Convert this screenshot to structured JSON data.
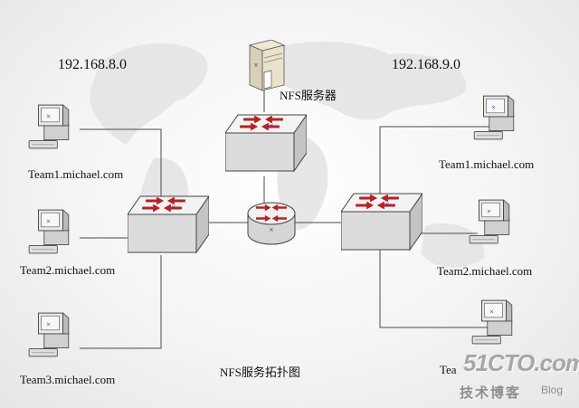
{
  "labels": {
    "subnet_left": "192.168.8.0",
    "subnet_right": "192.168.9.0",
    "nfs_server": "NFS服务器",
    "caption": "NFS服务拓扑图"
  },
  "hosts_left": [
    "Team1.michael.com",
    "Team2.michael.com",
    "Team3.michael.com"
  ],
  "hosts_right": [
    "Team1.michael.com",
    "Team2.michael.com",
    "Tea"
  ],
  "watermark": {
    "main": "51CTO.com",
    "sub": "技术博客",
    "blog": "Blog"
  },
  "icons": {
    "switch": "network-switch-icon",
    "router": "router-icon",
    "server": "server-tower-icon",
    "computer": "desktop-computer-icon"
  },
  "colors": {
    "arrow": "#cc1a1a",
    "device": "#e6e6e6",
    "link": "#4a4a4a"
  }
}
